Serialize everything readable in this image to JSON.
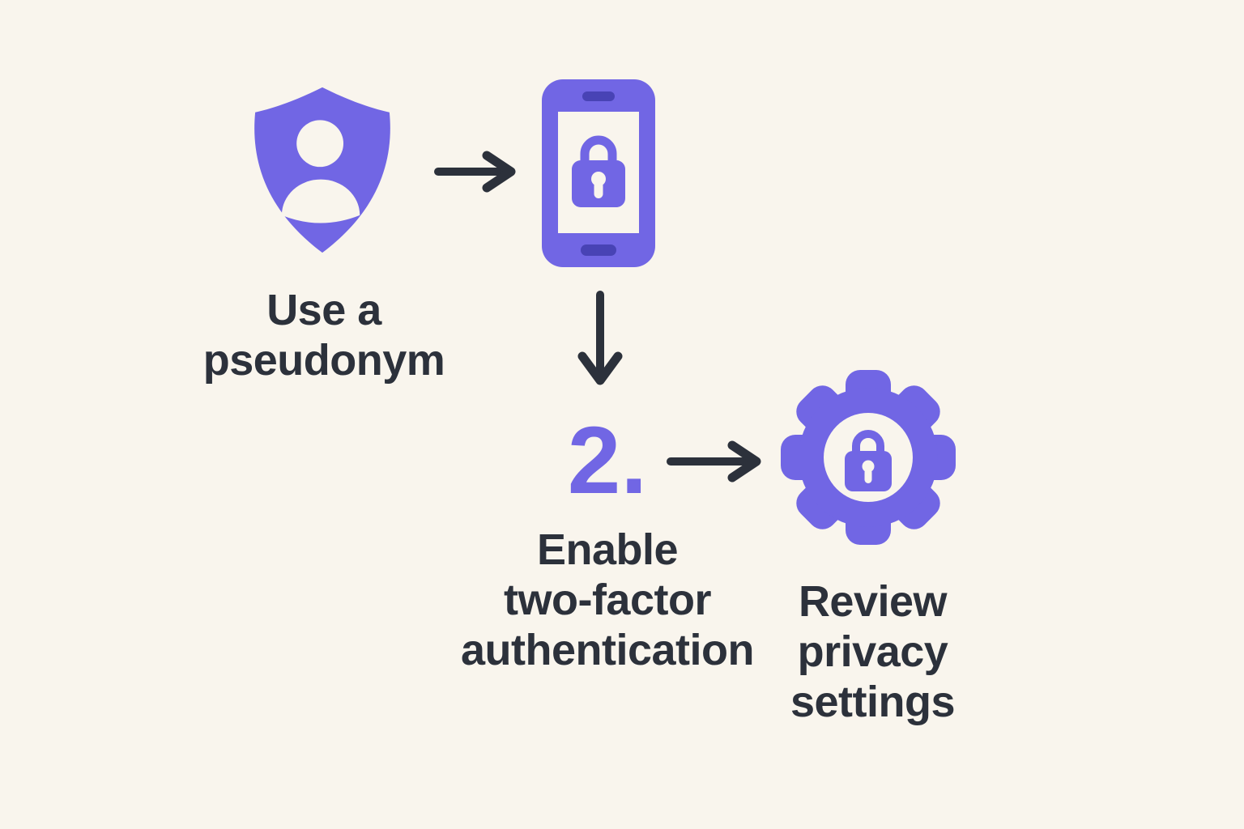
{
  "colors": {
    "background": "#F9F5ED",
    "accent": "#7166E4",
    "accent_dark": "#4843B5",
    "ink": "#2C313B"
  },
  "steps": [
    {
      "icon": "shield-user-icon",
      "label": "Use a\npseudonym"
    },
    {
      "icon": "phone-lock-icon",
      "number": "2.",
      "label": "Enable\ntwo-factor\nauthentication"
    },
    {
      "icon": "gear-lock-icon",
      "label": "Review\nprivacy\nsettings"
    }
  ],
  "connectors": [
    {
      "from": "shield-user-icon",
      "to": "phone-lock-icon",
      "direction": "right"
    },
    {
      "from": "phone-lock-icon",
      "to": "step-number",
      "direction": "down"
    },
    {
      "from": "step-number",
      "to": "gear-lock-icon",
      "direction": "right"
    }
  ]
}
